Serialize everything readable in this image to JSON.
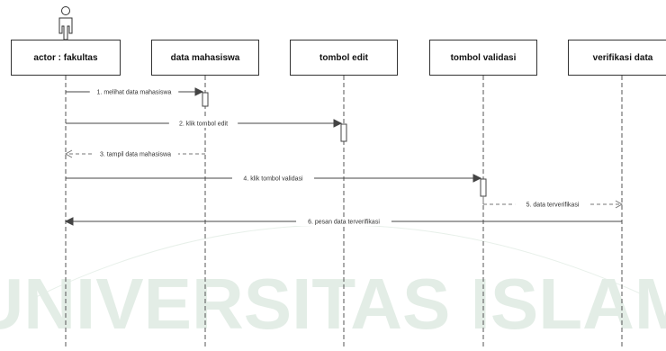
{
  "diagram": {
    "participants": [
      {
        "id": "actor",
        "label": "actor : fakultas",
        "has_actor_icon": true
      },
      {
        "id": "data-mahasiswa",
        "label": "data mahasiswa"
      },
      {
        "id": "tombol-edit",
        "label": "tombol edit"
      },
      {
        "id": "tombol-validasi",
        "label": "tombol validasi"
      },
      {
        "id": "verifikasi-data",
        "label": "verifikasi data"
      }
    ],
    "messages": [
      {
        "from": "actor",
        "to": "data-mahasiswa",
        "label": "1. melihat data mahasiswa",
        "style": "solid"
      },
      {
        "from": "actor",
        "to": "tombol-edit",
        "label": "2. klik tombol edit",
        "style": "solid"
      },
      {
        "from": "data-mahasiswa",
        "to": "actor",
        "label": "3. tampil data mahasiswa",
        "style": "dashed"
      },
      {
        "from": "actor",
        "to": "tombol-validasi",
        "label": "4. klik tombol validasi",
        "style": "solid"
      },
      {
        "from": "tombol-validasi",
        "to": "verifikasi-data",
        "label": "5. data terverifikasi",
        "style": "dashed"
      },
      {
        "from": "verifikasi-data",
        "to": "actor",
        "label": "6. pesan data terverifikasi",
        "style": "solid"
      }
    ]
  },
  "watermark": {
    "text": "UNIVERSITAS ISLAM",
    "color": "#e3ede6"
  }
}
